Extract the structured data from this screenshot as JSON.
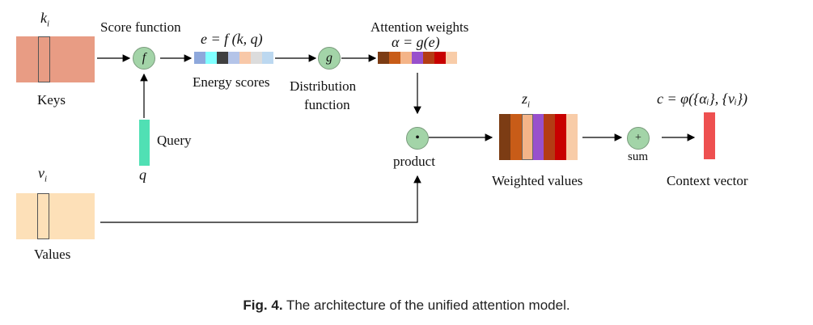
{
  "figure": {
    "caption_label": "Fig. 4.",
    "caption_text": " The architecture of the unified attention model."
  },
  "keys": {
    "symbol": "k",
    "subscript": "i",
    "label": "Keys",
    "color": "#e89c84"
  },
  "values": {
    "symbol": "v",
    "subscript": "i",
    "label": "Values",
    "color": "#fde0b8"
  },
  "query": {
    "symbol": "q",
    "label": "Query",
    "color": "#50e0b4"
  },
  "score_function": {
    "label": "Score function",
    "node_symbol": "f"
  },
  "energy": {
    "formula": "e = f (k, q)",
    "label": "Energy scores",
    "colors": [
      "#8ea8dc",
      "#80ffff",
      "#404040",
      "#b4c4e8",
      "#f8c8a8",
      "#dcdcdc",
      "#bcd8f0"
    ]
  },
  "distribution": {
    "label_line1": "Distribution",
    "label_line2": "function",
    "node_symbol": "g"
  },
  "attention": {
    "label": "Attention weights",
    "formula": "α = g(e)",
    "colors": [
      "#7c3c14",
      "#c85c18",
      "#f4b488",
      "#9850cc",
      "#b43c14",
      "#c80000",
      "#f8cca8"
    ]
  },
  "product": {
    "label": "product",
    "node_symbol": "•"
  },
  "weighted": {
    "symbol": "z",
    "subscript": "i",
    "label": "Weighted values",
    "colors": [
      "#7c3c14",
      "#c85c18",
      "#f4b488",
      "#9850cc",
      "#b43c14",
      "#c80000",
      "#f8cca8"
    ]
  },
  "sum": {
    "label": "sum",
    "node_symbol": "+"
  },
  "context": {
    "formula": "c = φ({αᵢ}, {vᵢ})",
    "label": "Context vector",
    "color": "#ee5050"
  }
}
